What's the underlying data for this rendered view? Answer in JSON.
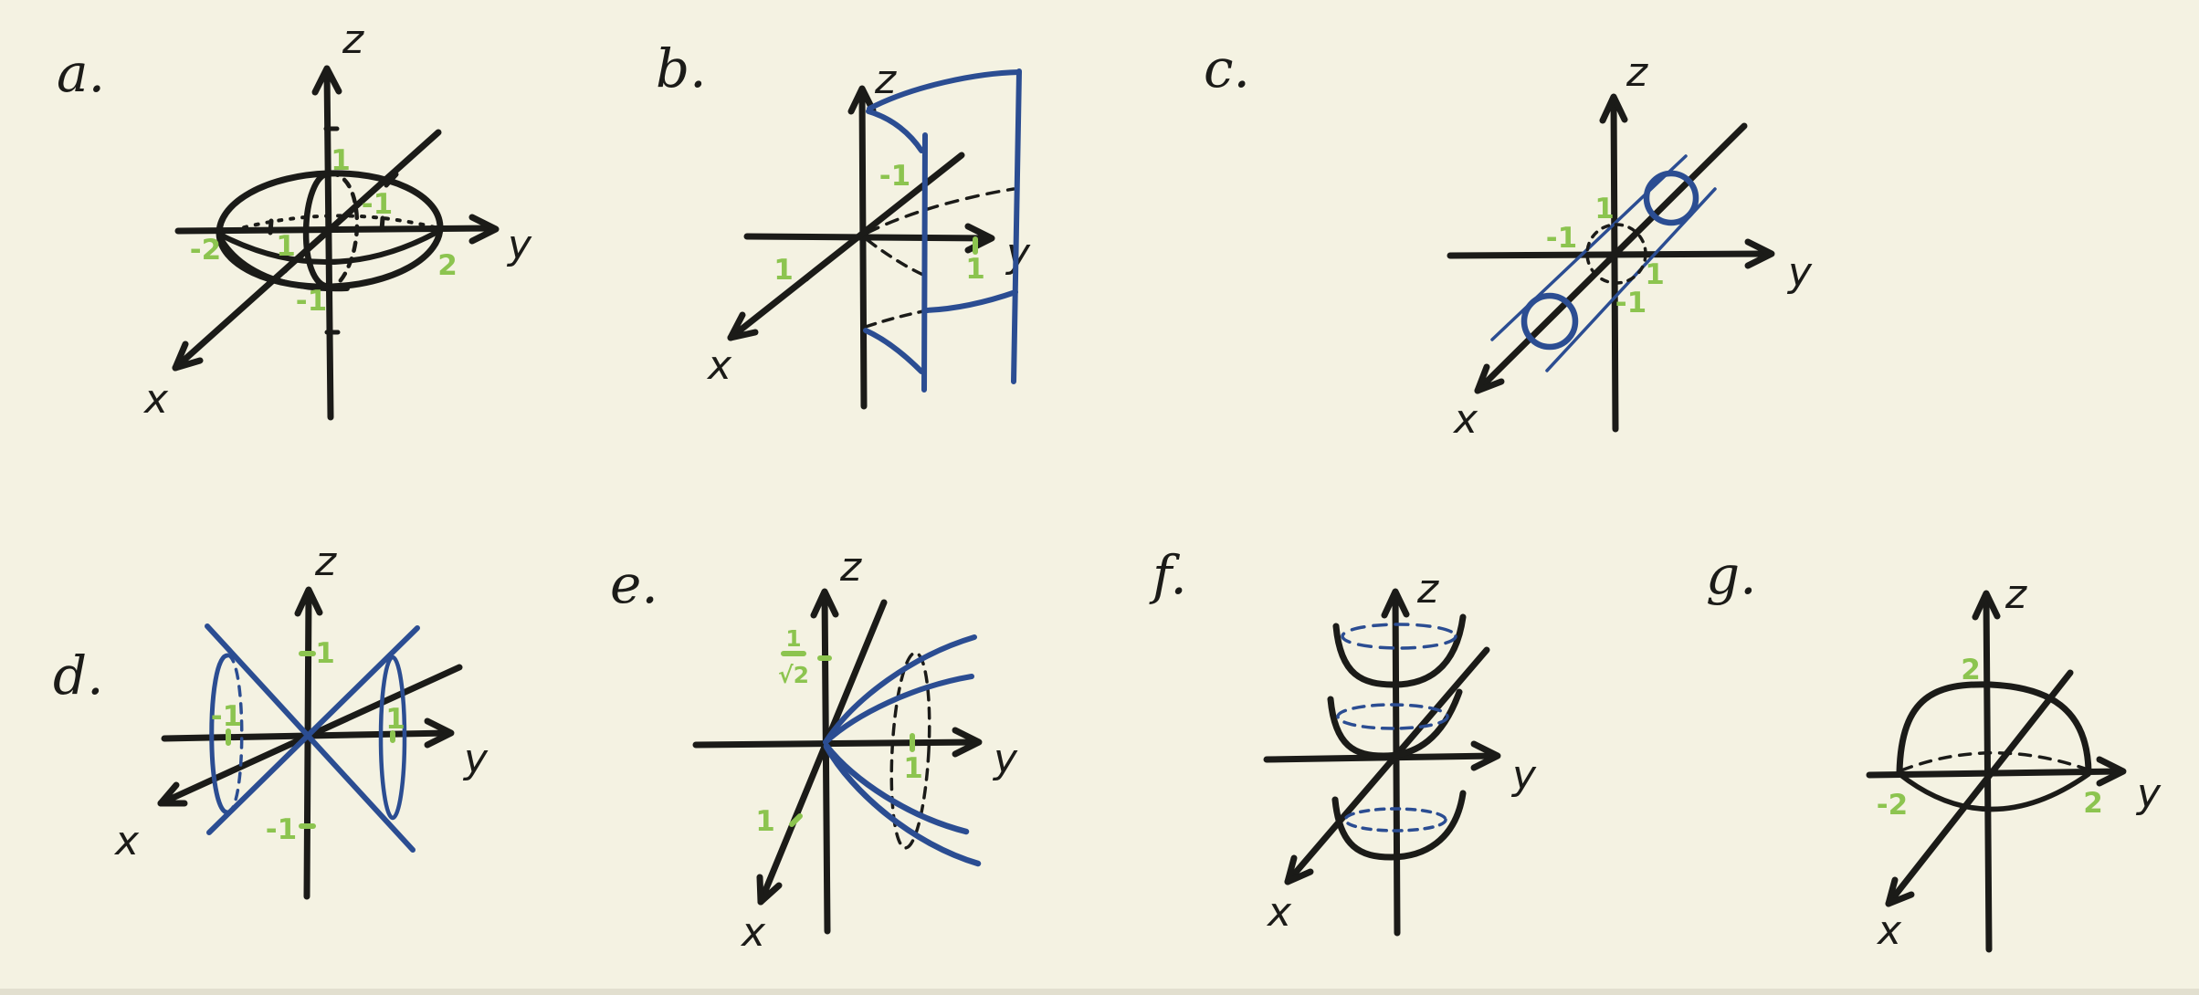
{
  "colors": {
    "background": "#f4f2e2",
    "ink": "#1b1b18",
    "blue": "#2b4d92",
    "green": "#8cc44f"
  },
  "panels": {
    "a": {
      "label": "a.",
      "axis": {
        "x": "x",
        "y": "y",
        "z": "z"
      },
      "ticks": {
        "z_top": "1",
        "x_back": "-1",
        "y_left": "-2",
        "x_front": "1",
        "y_right": "2",
        "z_bottom": "-1"
      }
    },
    "b": {
      "label": "b.",
      "axis": {
        "x": "x",
        "y": "y",
        "z": "z"
      },
      "ticks": {
        "x_back": "-1",
        "x_front": "1",
        "y_right": "1"
      }
    },
    "c": {
      "label": "c.",
      "axis": {
        "x": "x",
        "y": "y",
        "z": "z"
      },
      "ticks": {
        "z_top": "1",
        "y_left": "-1",
        "y_right": "1",
        "z_bottom": "-1"
      }
    },
    "d": {
      "label": "d.",
      "axis": {
        "x": "x",
        "y": "y",
        "z": "z"
      },
      "ticks": {
        "z_top": "1",
        "y_left": "-1",
        "y_right": "1",
        "z_bottom": "-1"
      }
    },
    "e": {
      "label": "e.",
      "axis": {
        "x": "x",
        "y": "y",
        "z": "z"
      },
      "ticks": {
        "z_top_numerator": "1",
        "z_top_denominator": "√2",
        "x_front": "1",
        "y_right": "1"
      }
    },
    "f": {
      "label": "f.",
      "axis": {
        "x": "x",
        "y": "y",
        "z": "z"
      },
      "ticks": {}
    },
    "g": {
      "label": "g.",
      "axis": {
        "x": "x",
        "y": "y",
        "z": "z"
      },
      "ticks": {
        "z_top": "2",
        "y_left": "-2",
        "y_right": "2"
      }
    }
  }
}
